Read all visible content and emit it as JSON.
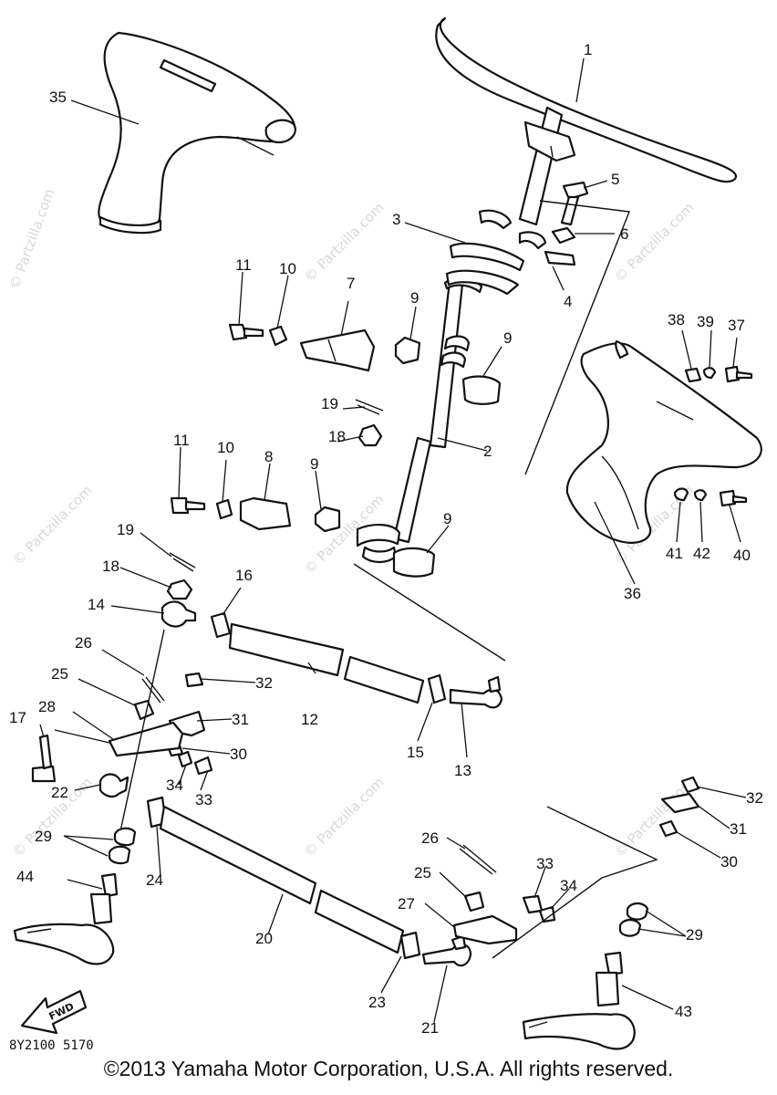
{
  "watermark": "© Partzilla.com",
  "diagram_code": "8Y2100 5170",
  "fwd_label": "FWD",
  "copyright": "©2013 Yamaha Motor Corporation, U.S.A. All rights reserved.",
  "parts": [
    {
      "id": "p1",
      "label": "1"
    },
    {
      "id": "p2",
      "label": "2"
    },
    {
      "id": "p3",
      "label": "3"
    },
    {
      "id": "p4",
      "label": "4"
    },
    {
      "id": "p5",
      "label": "5"
    },
    {
      "id": "p6",
      "label": "6"
    },
    {
      "id": "p7",
      "label": "7"
    },
    {
      "id": "p8",
      "label": "8"
    },
    {
      "id": "p9a",
      "label": "9"
    },
    {
      "id": "p9b",
      "label": "9"
    },
    {
      "id": "p9c",
      "label": "9"
    },
    {
      "id": "p9d",
      "label": "9"
    },
    {
      "id": "p10a",
      "label": "10"
    },
    {
      "id": "p10b",
      "label": "10"
    },
    {
      "id": "p11a",
      "label": "11"
    },
    {
      "id": "p11b",
      "label": "11"
    },
    {
      "id": "p12",
      "label": "12"
    },
    {
      "id": "p13",
      "label": "13"
    },
    {
      "id": "p14",
      "label": "14"
    },
    {
      "id": "p15",
      "label": "15"
    },
    {
      "id": "p16",
      "label": "16"
    },
    {
      "id": "p17",
      "label": "17"
    },
    {
      "id": "p18a",
      "label": "18"
    },
    {
      "id": "p18b",
      "label": "18"
    },
    {
      "id": "p19a",
      "label": "19"
    },
    {
      "id": "p19b",
      "label": "19"
    },
    {
      "id": "p20",
      "label": "20"
    },
    {
      "id": "p21",
      "label": "21"
    },
    {
      "id": "p22",
      "label": "22"
    },
    {
      "id": "p23",
      "label": "23"
    },
    {
      "id": "p24",
      "label": "24"
    },
    {
      "id": "p25a",
      "label": "25"
    },
    {
      "id": "p25b",
      "label": "25"
    },
    {
      "id": "p26a",
      "label": "26"
    },
    {
      "id": "p26b",
      "label": "26"
    },
    {
      "id": "p27",
      "label": "27"
    },
    {
      "id": "p28",
      "label": "28"
    },
    {
      "id": "p29a",
      "label": "29"
    },
    {
      "id": "p29b",
      "label": "29"
    },
    {
      "id": "p30a",
      "label": "30"
    },
    {
      "id": "p30b",
      "label": "30"
    },
    {
      "id": "p31a",
      "label": "31"
    },
    {
      "id": "p31b",
      "label": "31"
    },
    {
      "id": "p32a",
      "label": "32"
    },
    {
      "id": "p32b",
      "label": "32"
    },
    {
      "id": "p33a",
      "label": "33"
    },
    {
      "id": "p33b",
      "label": "33"
    },
    {
      "id": "p34a",
      "label": "34"
    },
    {
      "id": "p34b",
      "label": "34"
    },
    {
      "id": "p35",
      "label": "35"
    },
    {
      "id": "p36",
      "label": "36"
    },
    {
      "id": "p37",
      "label": "37"
    },
    {
      "id": "p38",
      "label": "38"
    },
    {
      "id": "p39",
      "label": "39"
    },
    {
      "id": "p40",
      "label": "40"
    },
    {
      "id": "p41",
      "label": "41"
    },
    {
      "id": "p42",
      "label": "42"
    },
    {
      "id": "p43",
      "label": "43"
    },
    {
      "id": "p44",
      "label": "44"
    }
  ]
}
